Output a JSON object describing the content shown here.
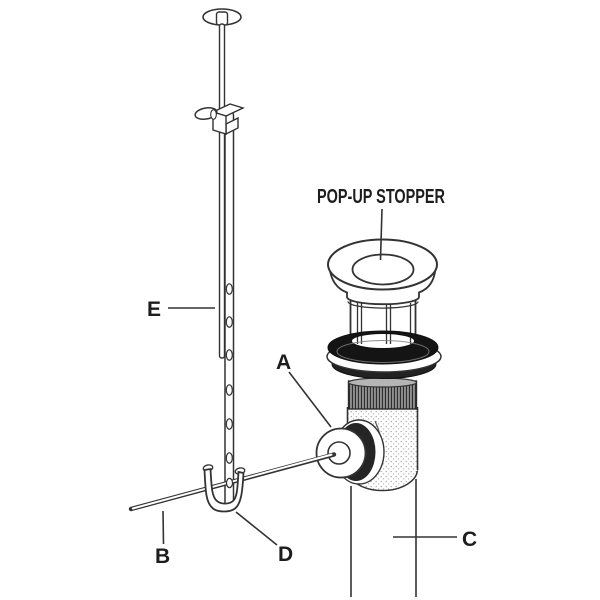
{
  "diagram": {
    "title": "POP-UP STOPPER",
    "labels": {
      "a": "A",
      "b": "B",
      "c": "C",
      "d": "D",
      "e": "E"
    }
  },
  "colors": {
    "background": "#ffffff",
    "line": "#333333",
    "label_text": "#1d1d1d",
    "gasket": "#141414",
    "nut_ring": "#252525",
    "lower_ring": "#222222",
    "thread_base": "#8f8f8f",
    "thread_line": "#2e2e2e",
    "stipple_dot": "#a8a8a8"
  }
}
